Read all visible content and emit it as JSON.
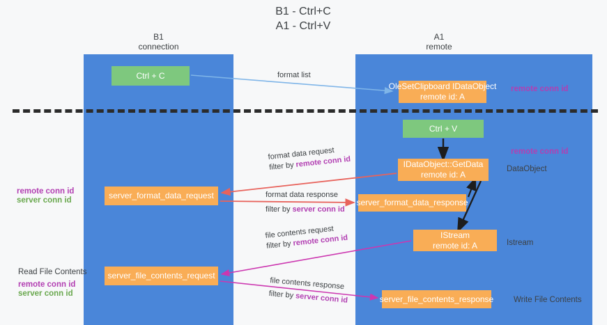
{
  "header": {
    "main_title": "B1 - Ctrl+C\nA1 - Ctrl+V",
    "column_b1": "B1\nconnection",
    "column_a1": "A1\nremote"
  },
  "lanes": [
    {
      "id": "b1",
      "label": "B1 connection",
      "color": "#4a86d9"
    },
    {
      "id": "a1",
      "label": "A1 remote",
      "color": "#4a86d9"
    }
  ],
  "nodes": {
    "ctrl_c": "Ctrl + C",
    "idataobject": "OleSetClipboard IDataObject\nremote id: A",
    "ctrl_v": "Ctrl + V",
    "getdata": "IDataObject::GetData\nremote id: A",
    "server_format_data_request": "server_format_data_request",
    "server_format_data_response": "server_format_data_response",
    "istream": "IStream\nremote id: A",
    "server_file_contents_request": "server_file_contents_request",
    "server_file_contents_response": "server_file_contents_response"
  },
  "edge_labels": {
    "format_list": "format list",
    "format_data_request": "format data request",
    "format_data_request_filter_prefix": "filter by ",
    "format_data_request_filter_key": "remote conn id",
    "format_data_response": "format data response",
    "format_data_response_filter_prefix": "filter by ",
    "format_data_response_filter_key": "server conn id",
    "file_contents_request": "file contents request",
    "file_contents_request_filter_prefix": "filter by ",
    "file_contents_request_filter_key": "remote conn id",
    "file_contents_response": "file contents response",
    "file_contents_response_filter_prefix": "filter by ",
    "file_contents_response_filter_key": "server conn id"
  },
  "side_labels": {
    "remote_conn_id_top": "remote conn id",
    "remote_conn_id_mid": "remote conn id",
    "dataobject": "DataObject",
    "istream": "Istream",
    "write_file_contents": "Write File Contents",
    "left_remote_conn_id": "remote conn id",
    "left_server_conn_id": "server conn id",
    "read_file_contents": "Read File Contents",
    "left_remote_conn_id_2": "remote conn id",
    "left_server_conn_id_2": "server conn id"
  },
  "colors": {
    "lane": "#4a86d9",
    "node_green": "#7ec87e",
    "node_orange": "#f9ad56",
    "remote_conn_id": "#b23fb2",
    "server_conn_id": "#6aa84f",
    "arrow_blue": "#7fb5e8",
    "arrow_red": "#e8635c",
    "arrow_magenta": "#cc37b0",
    "arrow_black": "#1d1d1d",
    "divider": "#2b2b2b",
    "background": "#f7f8f9"
  }
}
